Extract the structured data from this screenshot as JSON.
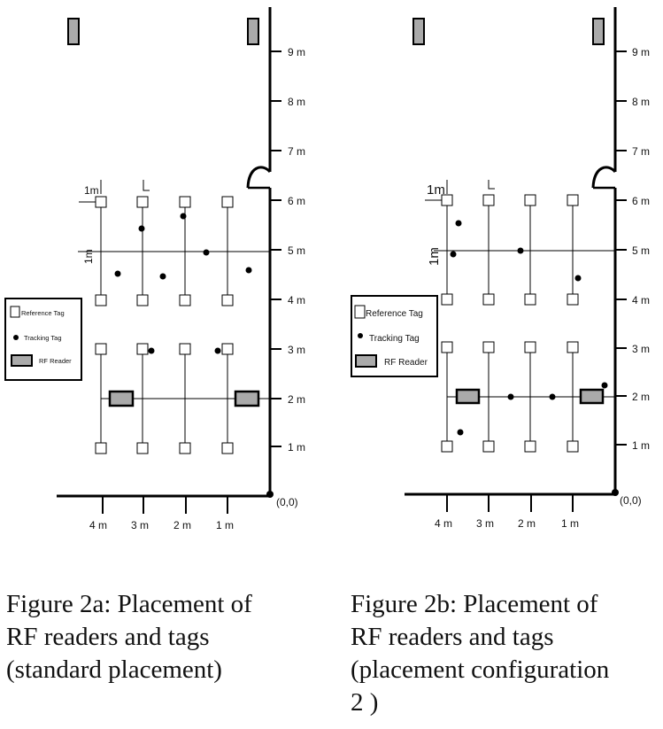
{
  "figures": [
    {
      "caption": "Figure 2a: Placement of\nRF readers and tags\n(standard placement)",
      "y_ticks": [
        "9 m",
        "8 m",
        "7 m",
        "6 m",
        "5 m",
        "4 m",
        "3 m",
        "2 m",
        "1 m"
      ],
      "x_ticks": [
        "4 m",
        "3 m",
        "2 m",
        "1 m"
      ],
      "origin_label": "(0,0)",
      "dimension_h": "1m",
      "dimension_v": "1m",
      "legend": {
        "reference": "Reference Tag",
        "tracking": "Tracking Tag",
        "reader": "RF Reader"
      }
    },
    {
      "caption": "Figure 2b: Placement of\nRF readers and tags\n(placement configuration\n2 )",
      "y_ticks": [
        "9 m",
        "8 m",
        "7 m",
        "6 m",
        "5 m",
        "4 m",
        "3 m",
        "2 m",
        "1 m"
      ],
      "x_ticks": [
        "4 m",
        "3 m",
        "2 m",
        "1 m"
      ],
      "origin_label": "(0,0)",
      "dimension_h": "1m",
      "dimension_v": "1m",
      "legend": {
        "reference": "Reference Tag",
        "tracking": "Tracking Tag",
        "reader": "RF Reader"
      }
    }
  ]
}
